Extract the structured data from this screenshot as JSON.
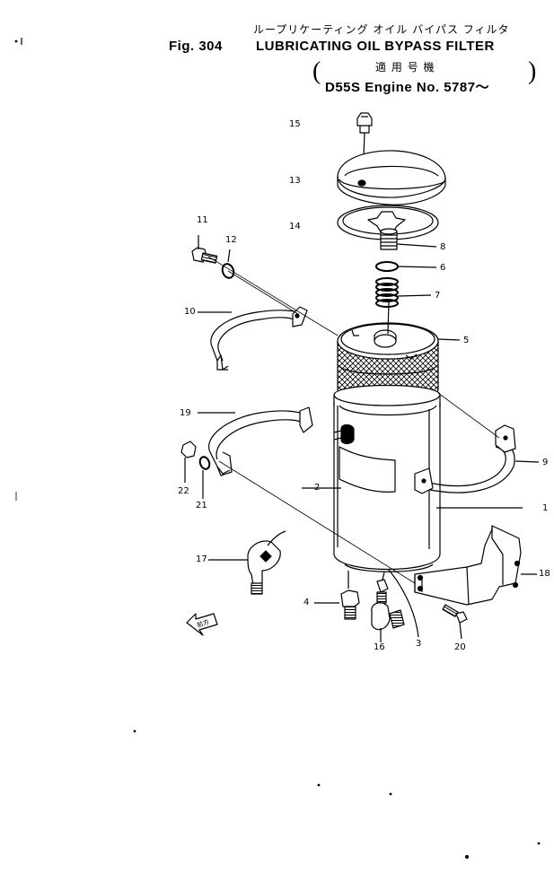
{
  "header": {
    "title_jp": "ループリケーティング オイル バイパス フィルタ",
    "fig_label": "Fig. 304",
    "title_en": "LUBRICATING  OIL  BYPASS  FILTER",
    "applicable_jp": "適 用 号 機",
    "applicable_en": "D55S Engine No. 5787～",
    "paren_open": "(",
    "paren_close": ")"
  },
  "arrow_label": "前方",
  "parts": [
    {
      "id": "label-1",
      "text": "1"
    },
    {
      "id": "label-2",
      "text": "2"
    },
    {
      "id": "label-3",
      "text": "3"
    },
    {
      "id": "label-4",
      "text": "4"
    },
    {
      "id": "label-5",
      "text": "5"
    },
    {
      "id": "label-6",
      "text": "6"
    },
    {
      "id": "label-7",
      "text": "7"
    },
    {
      "id": "label-8",
      "text": "8"
    },
    {
      "id": "label-9",
      "text": "9"
    },
    {
      "id": "label-10",
      "text": "10"
    },
    {
      "id": "label-11",
      "text": "11"
    },
    {
      "id": "label-12",
      "text": "12"
    },
    {
      "id": "label-13",
      "text": "13"
    },
    {
      "id": "label-14",
      "text": "14"
    },
    {
      "id": "label-15",
      "text": "15"
    },
    {
      "id": "label-16",
      "text": "16"
    },
    {
      "id": "label-17",
      "text": "17"
    },
    {
      "id": "label-18",
      "text": "18"
    },
    {
      "id": "label-19",
      "text": "19"
    },
    {
      "id": "label-20",
      "text": "20"
    },
    {
      "id": "label-21",
      "text": "21"
    },
    {
      "id": "label-22",
      "text": "22"
    }
  ],
  "colors": {
    "ink": "#000000",
    "paper": "#ffffff"
  }
}
